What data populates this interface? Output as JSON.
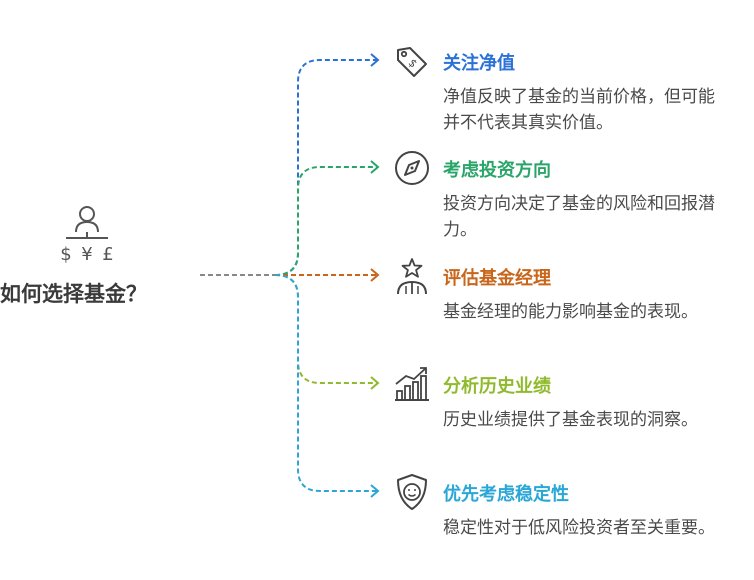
{
  "root": {
    "title": "如何选择基金？",
    "icon": "person-money-icon",
    "currency_symbols": [
      "$",
      "¥",
      "£"
    ]
  },
  "branches": [
    {
      "title": "关注净值",
      "description": "净值反映了基金的当前价格，但可能并不代表其真实价值。",
      "color": "#2b72d6",
      "icon": "price-tag-icon"
    },
    {
      "title": "考虑投资方向",
      "description": "投资方向决定了基金的风险和回报潜力。",
      "color": "#2aa56a",
      "icon": "compass-icon"
    },
    {
      "title": "评估基金经理",
      "description": "基金经理的能力影响基金的表现。",
      "color": "#c8661b",
      "icon": "star-person-icon"
    },
    {
      "title": "分析历史业绩",
      "description": "历史业绩提供了基金表现的洞察。",
      "color": "#8fba2c",
      "icon": "growth-chart-icon"
    },
    {
      "title": "优先考虑稳定性",
      "description": "稳定性对于低风险投资者至关重要。",
      "color": "#2aa7d6",
      "icon": "shield-icon"
    }
  ]
}
